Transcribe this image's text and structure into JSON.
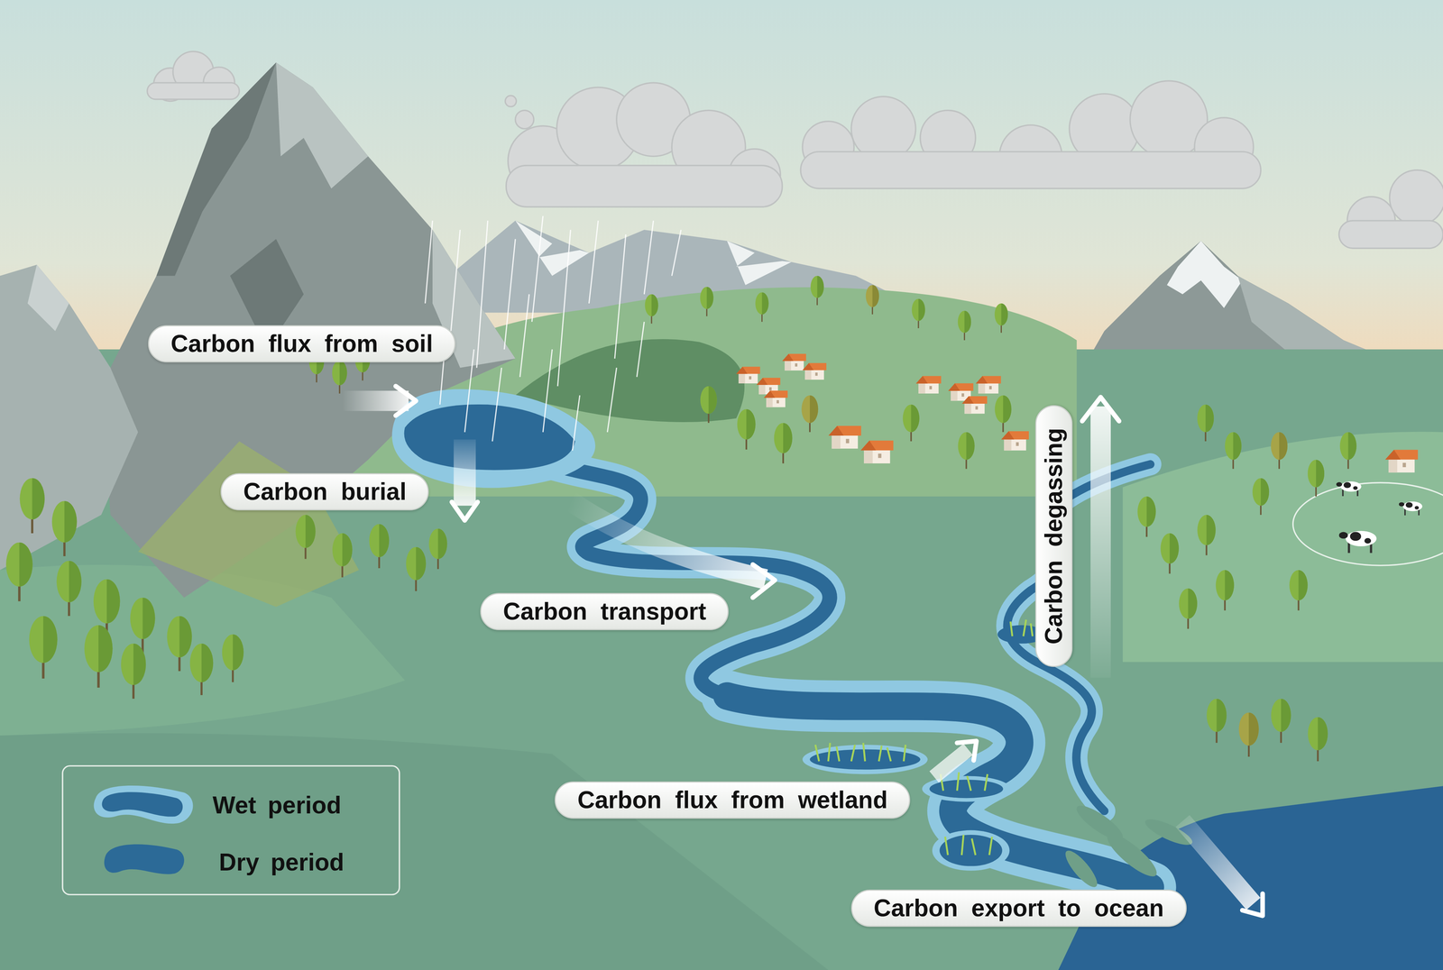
{
  "diagram": {
    "nodes": [
      {
        "text": [
          "Carbon flux from soil"
        ]
      },
      {
        "text": [
          "Carbon burial"
        ]
      },
      {
        "text": [
          "Carbon transport"
        ]
      },
      {
        "text": [
          "Carbon degassing"
        ]
      },
      {
        "text": [
          "Carbon flux from wetland"
        ]
      },
      {
        "text": [
          "Carbon export to ocean"
        ]
      }
    ],
    "legend": [
      {
        "text": "Wet period",
        "color": "#8fc8e1"
      },
      {
        "text": "Dry period",
        "color": "#2c6a97"
      }
    ]
  }
}
